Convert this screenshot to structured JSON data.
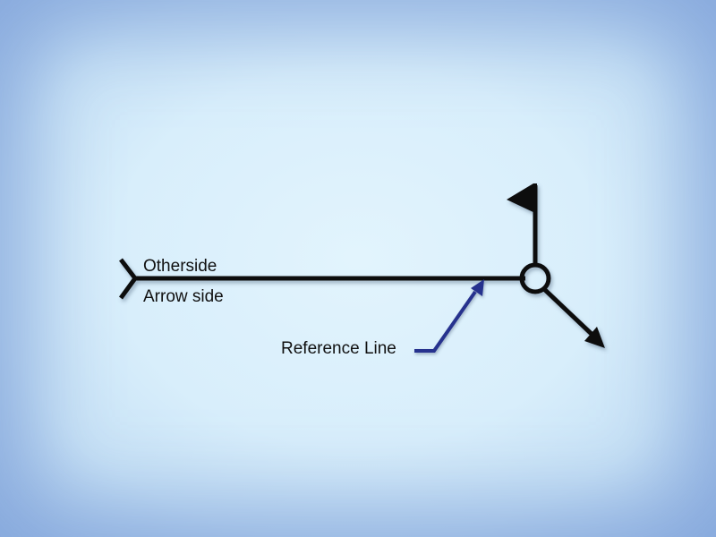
{
  "labels": {
    "other_side": "Otherside",
    "arrow_side": "Arrow side",
    "reference_line": "Reference Line"
  },
  "colors": {
    "background": "#d8eefb",
    "edge": "#a7c6ea",
    "line": "#111111",
    "pointer": "#27338e"
  }
}
